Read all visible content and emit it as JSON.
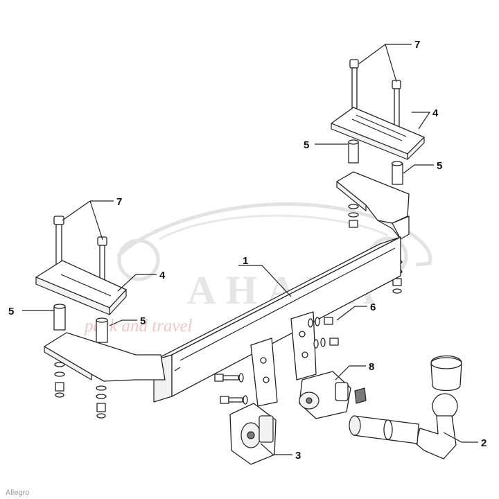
{
  "diagram": {
    "watermark": {
      "brand": "AHAKA",
      "tagline": "pack and travel"
    },
    "source_mark": "Allegro",
    "callouts": {
      "c1": "1",
      "c2": "2",
      "c3": "3",
      "c4a": "4",
      "c4b": "4",
      "c5a": "5",
      "c5b": "5",
      "c5c": "5",
      "c5d": "5",
      "c6": "6",
      "c7a": "7",
      "c7b": "7",
      "c8": "8"
    }
  }
}
